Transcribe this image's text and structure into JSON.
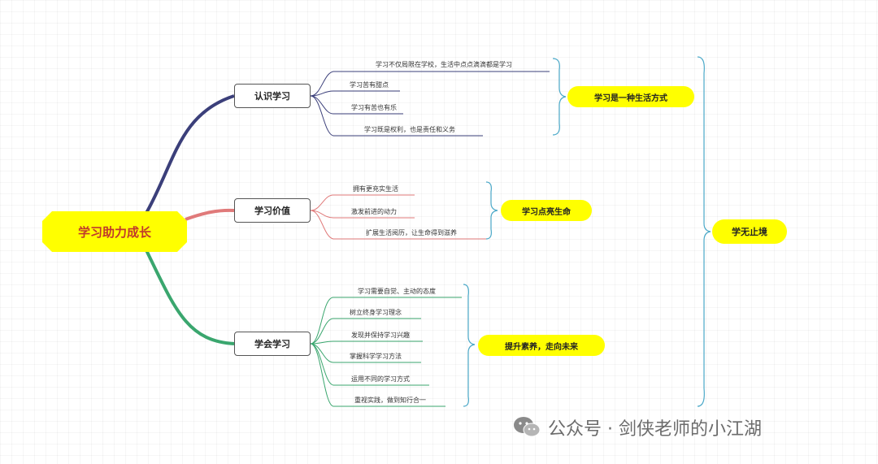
{
  "root": {
    "label": "学习助力成长"
  },
  "branches": [
    {
      "label": "认识学习",
      "color": "#3b3f7a",
      "leaves": [
        "学习不仅局限在学校，生活中点点滴滴都是学习",
        "学习苦有甜点",
        "学习有苦也有乐",
        "学习既是权利，也是责任和义务"
      ],
      "summary": "学习是一种生活方式"
    },
    {
      "label": "学习价值",
      "color": "#e07a7a",
      "leaves": [
        "拥有更充实生活",
        "激发前进的动力",
        "扩展生活阅历，让生命得到滋养"
      ],
      "summary": "学习点亮生命"
    },
    {
      "label": "学会学习",
      "color": "#3aa66e",
      "leaves": [
        "学习需要自觉、主动的态度",
        "树立终身学习理念",
        "发现并保持学习兴趣",
        "掌握科学学习方法",
        "运用不同的学习方式",
        "重视实践，做到知行合一"
      ],
      "summary": "提升素养，走向未来"
    }
  ],
  "final_summary": "学无止境",
  "watermark": "公众号 · 剑侠老师的小江湖",
  "colors": {
    "highlight": "#ffff00",
    "summary_bracket": "#4aa8c8"
  }
}
